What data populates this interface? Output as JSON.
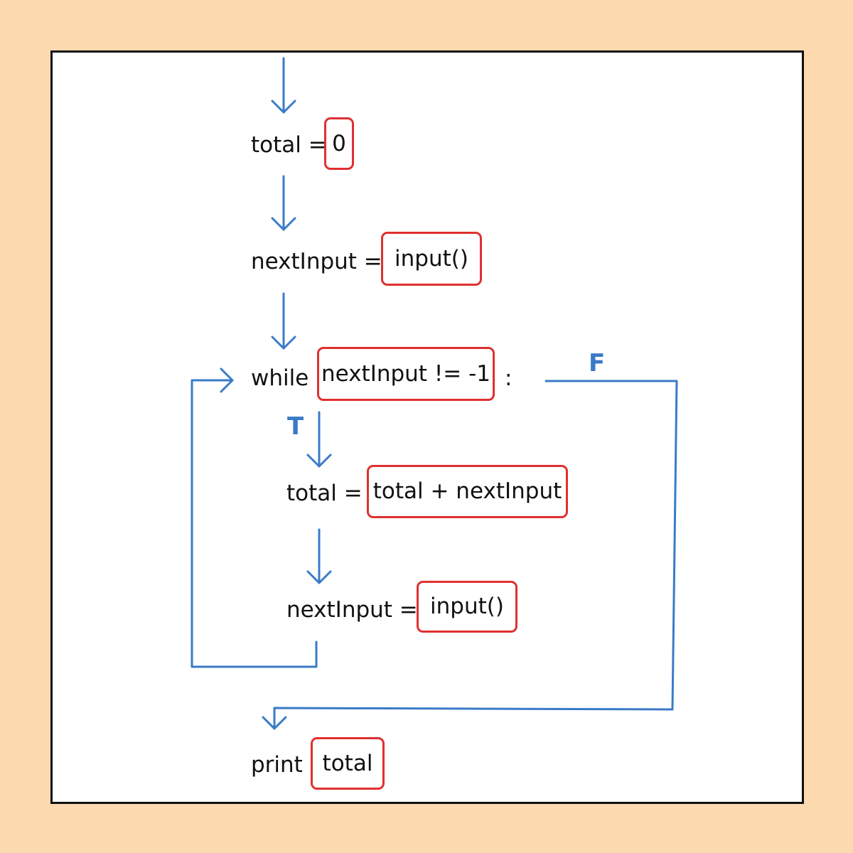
{
  "colors": {
    "page_background": "#fdd9b0",
    "frame_background": "#ffffff",
    "arrow": "#3a7bc8",
    "highlight_box": "#e03030",
    "text": "#111111"
  },
  "steps": {
    "total_init": {
      "label": "total =",
      "value": "0"
    },
    "next_input_init": {
      "label": "nextInput =",
      "value": "input()"
    },
    "while_stmt": {
      "keyword": "while",
      "condition": "nextInput != -1",
      "colon": ":"
    },
    "total_update": {
      "label": "total =",
      "value": "total + nextInput"
    },
    "next_input_update": {
      "label": "nextInput =",
      "value": "input()"
    },
    "print_stmt": {
      "keyword": "print",
      "value": "total"
    }
  },
  "branches": {
    "true_label": "T",
    "false_label": "F"
  }
}
